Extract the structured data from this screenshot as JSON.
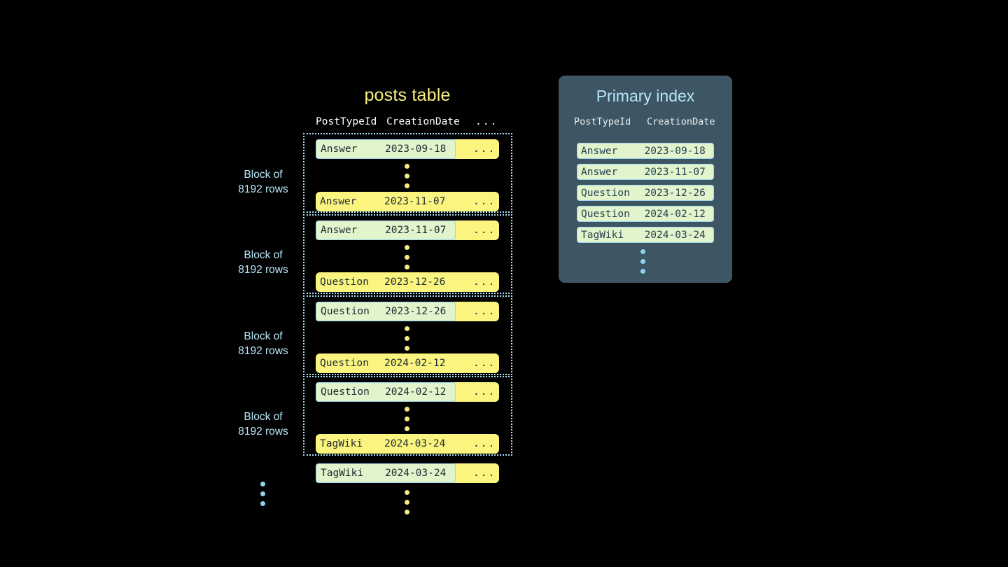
{
  "posts_table": {
    "title": "posts table",
    "columns": [
      "PostTypeId",
      "CreationDate",
      "..."
    ],
    "ellipsis_more": "...",
    "blocks": [
      {
        "label_line1": "Block of",
        "label_line2": "8192 rows",
        "first_row": {
          "type": "Answer",
          "date": "2023-09-18",
          "more": "...",
          "highlighted": true
        },
        "last_row": {
          "type": "Answer",
          "date": "2023-11-07",
          "more": "...",
          "highlighted": false
        }
      },
      {
        "label_line1": "Block of",
        "label_line2": "8192 rows",
        "first_row": {
          "type": "Answer",
          "date": "2023-11-07",
          "more": "...",
          "highlighted": true
        },
        "last_row": {
          "type": "Question",
          "date": "2023-12-26",
          "more": "...",
          "highlighted": false
        }
      },
      {
        "label_line1": "Block of",
        "label_line2": "8192 rows",
        "first_row": {
          "type": "Question",
          "date": "2023-12-26",
          "more": "...",
          "highlighted": true
        },
        "last_row": {
          "type": "Question",
          "date": "2024-02-12",
          "more": "...",
          "highlighted": false
        }
      },
      {
        "label_line1": "Block of",
        "label_line2": "8192 rows",
        "first_row": {
          "type": "Question",
          "date": "2024-02-12",
          "more": "...",
          "highlighted": true
        },
        "last_row": {
          "type": "TagWiki",
          "date": "2024-03-24",
          "more": "...",
          "highlighted": false
        }
      }
    ],
    "trailing_row": {
      "type": "TagWiki",
      "date": "2024-03-24",
      "more": "...",
      "highlighted": true
    }
  },
  "primary_index": {
    "title": "Primary index",
    "columns": [
      "PostTypeId",
      "CreationDate"
    ],
    "rows": [
      {
        "type": "Answer",
        "date": "2023-09-18"
      },
      {
        "type": "Answer",
        "date": "2023-11-07"
      },
      {
        "type": "Question",
        "date": "2023-12-26"
      },
      {
        "type": "Question",
        "date": "2024-02-12"
      },
      {
        "type": "TagWiki",
        "date": "2024-03-24"
      }
    ]
  },
  "colors": {
    "background": "#000000",
    "row_yellow": "#fbf47f",
    "highlight_green": "#e1f4cb",
    "highlight_border": "#9fd6ec",
    "accent_blue": "#b7e6f8",
    "panel_slate": "#3e5663",
    "title_yellow": "#f7f181",
    "dot_yellow": "#f5ee7e",
    "dot_blue": "#8fd4ec"
  }
}
